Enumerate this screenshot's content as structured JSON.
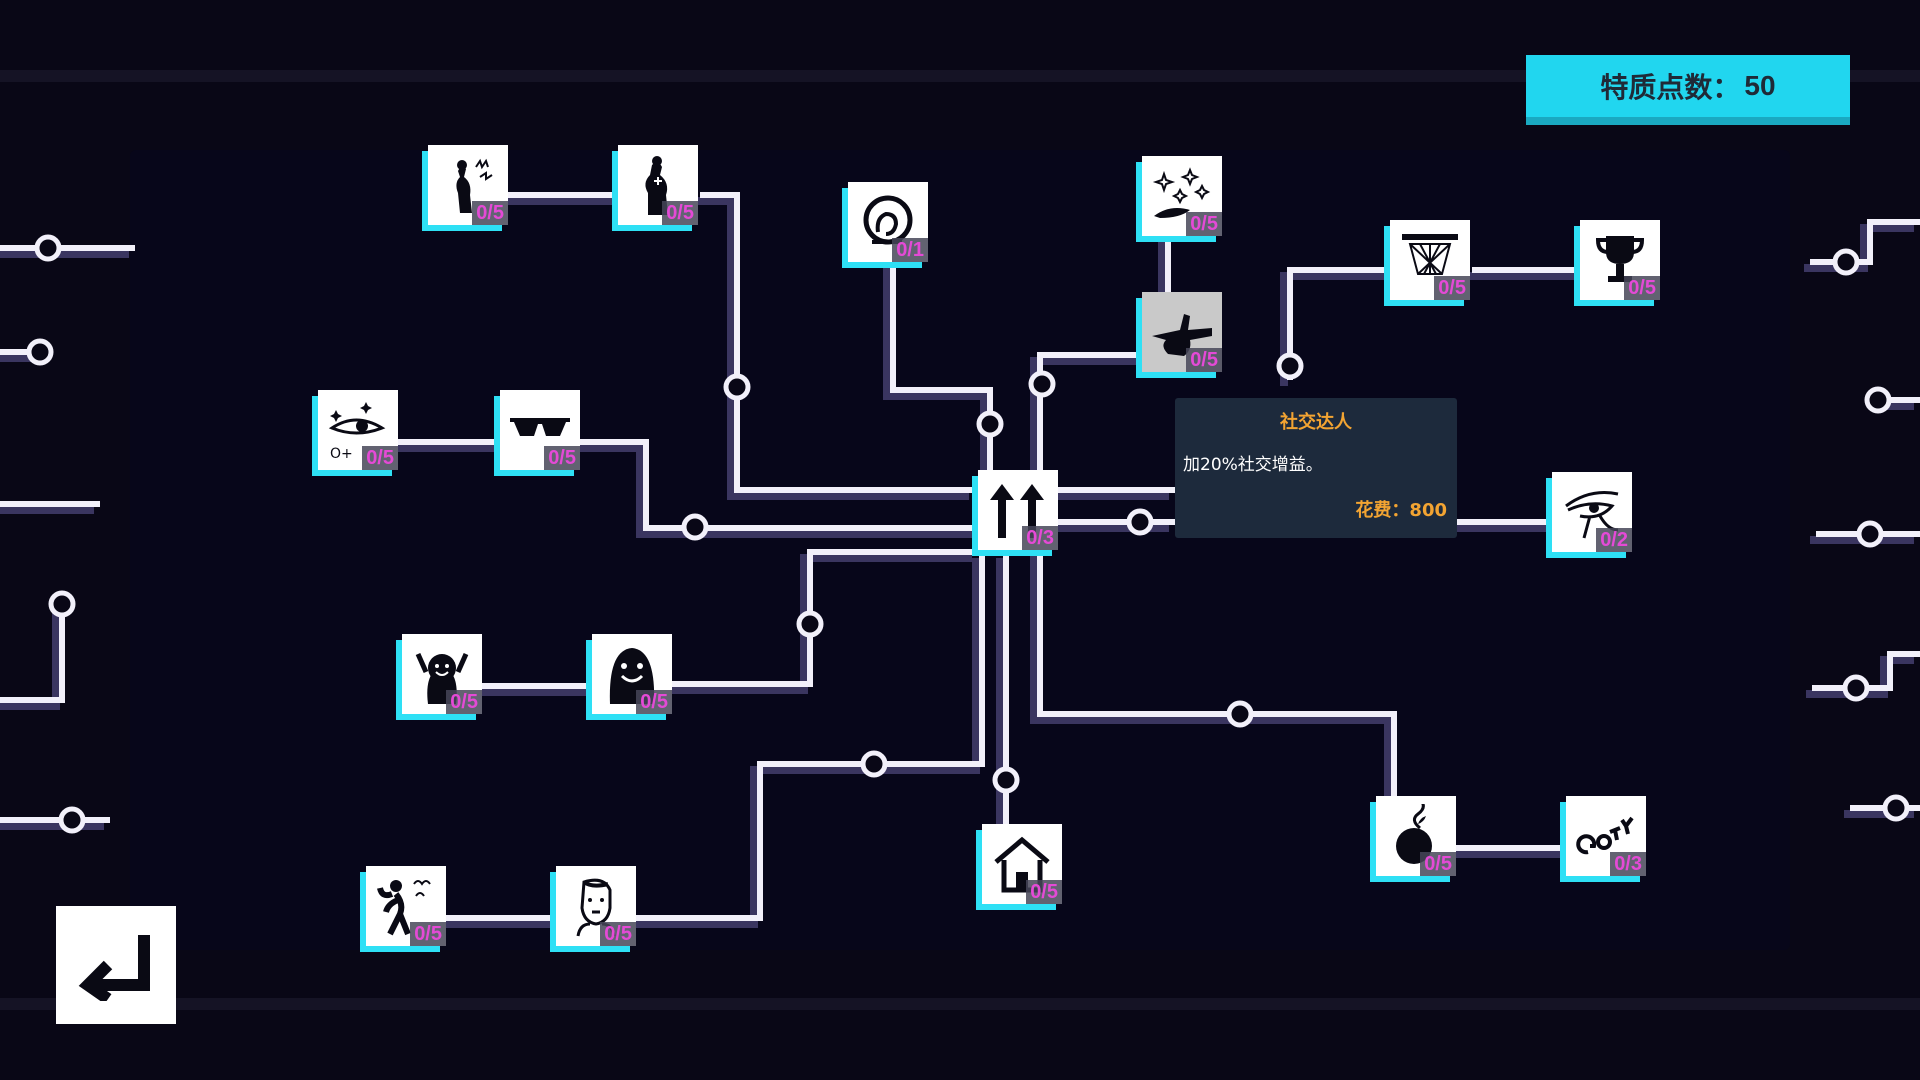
{
  "points_display": {
    "label": "特质点数：",
    "value": "50"
  },
  "tooltip": {
    "title": "社交达人",
    "description": "加20%社交增益。",
    "cost_label": "花费：",
    "cost_value": "800"
  },
  "colors": {
    "background": "#090716",
    "line": "#f2f0fa",
    "line_shadow": "#3a3560",
    "node_accent": "#2ee0f5",
    "counter_text": "#e44ad6",
    "points_bg": "#21d6ef",
    "tooltip_bg": "#1d2a3c",
    "tooltip_accent": "#f3a432"
  },
  "nodes": [
    {
      "id": "fitness-muscle-hair",
      "icon": "flexing-figure-sparks-icon",
      "count": "0/5"
    },
    {
      "id": "fitness-muscle",
      "icon": "flexing-figure-icon",
      "count": "0/5"
    },
    {
      "id": "meditation",
      "icon": "thinking-head-icon",
      "count": "0/1"
    },
    {
      "id": "charm-sparkles",
      "icon": "sparkling-eye-icon",
      "count": "0/5"
    },
    {
      "id": "social-master",
      "icon": "pointing-hand-icon",
      "count": "0/5",
      "dim": true
    },
    {
      "id": "sport-basketball",
      "icon": "basketball-hoop-icon",
      "count": "0/5"
    },
    {
      "id": "trophy",
      "icon": "trophy-icon",
      "count": "0/5"
    },
    {
      "id": "beauty-eye",
      "icon": "sparkling-eye-icon",
      "count": "0/5"
    },
    {
      "id": "cool-glasses",
      "icon": "sunglasses-icon",
      "count": "0/5"
    },
    {
      "id": "core-upgrade",
      "icon": "double-arrow-up-icon",
      "count": "0/3"
    },
    {
      "id": "egyptian-eye",
      "icon": "eye-of-horus-icon",
      "count": "0/2"
    },
    {
      "id": "happy-cheer",
      "icon": "cheering-blob-icon",
      "count": "0/5"
    },
    {
      "id": "happy-smile",
      "icon": "smiling-blob-icon",
      "count": "0/5"
    },
    {
      "id": "dance-pose",
      "icon": "dancing-figure-icon",
      "count": "0/5"
    },
    {
      "id": "portrait-face",
      "icon": "portrait-face-icon",
      "count": "0/5"
    },
    {
      "id": "home",
      "icon": "house-icon",
      "count": "0/5"
    },
    {
      "id": "bomb",
      "icon": "bomb-icon",
      "count": "0/5"
    },
    {
      "id": "goty",
      "icon": "goty-award-icon",
      "count": "0/3"
    }
  ]
}
